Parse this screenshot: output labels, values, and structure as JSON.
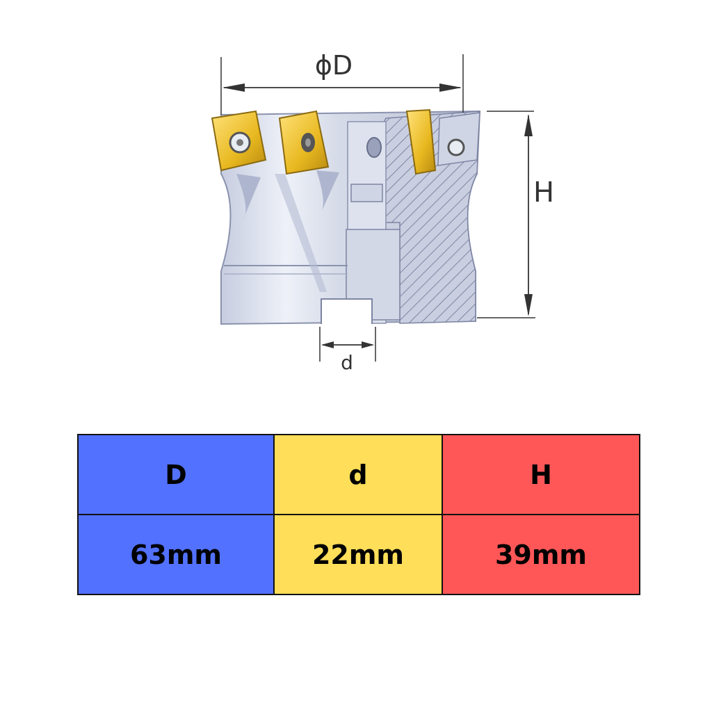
{
  "diagram": {
    "labels": {
      "diameter": "ϕD",
      "height": "H",
      "bore": "d"
    }
  },
  "table": {
    "columns": [
      {
        "header": "D",
        "value": "63mm",
        "color": "#5271ff"
      },
      {
        "header": "d",
        "value": "22mm",
        "color": "#ffde59"
      },
      {
        "header": "H",
        "value": "39mm",
        "color": "#ff5757"
      }
    ]
  }
}
